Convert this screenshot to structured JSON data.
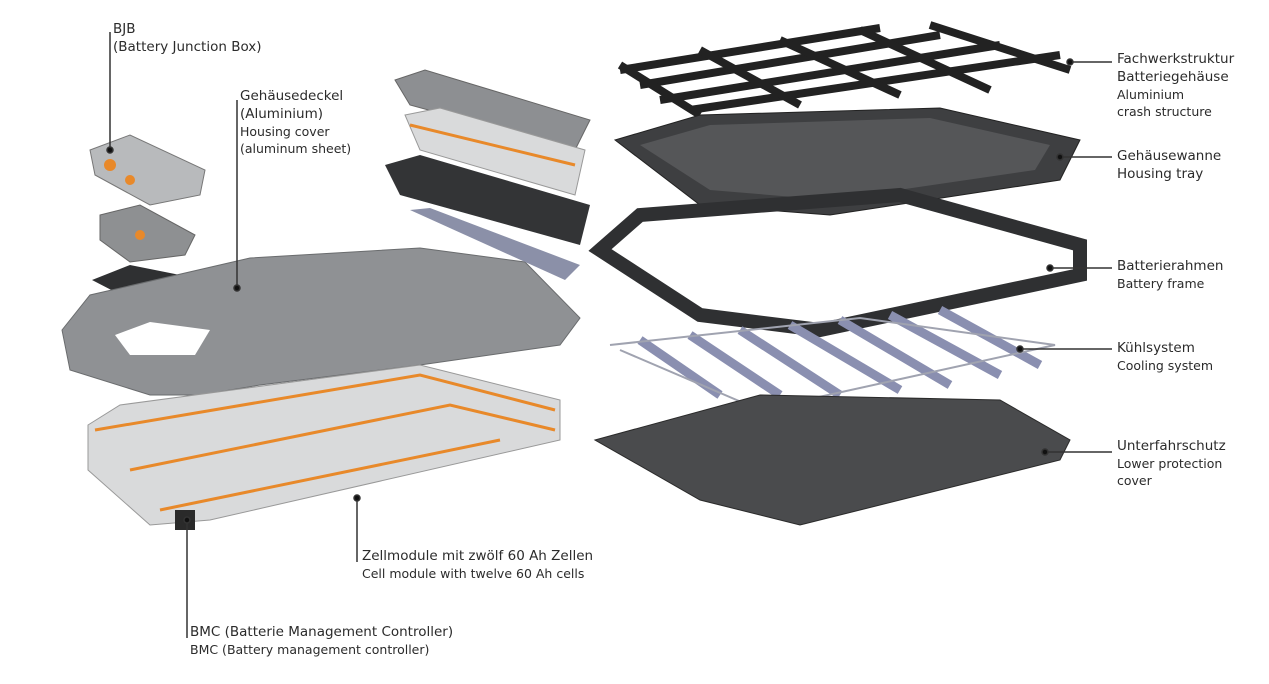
{
  "labels": {
    "bjb": {
      "primary": "BJB",
      "secondary": "(Battery Junction Box)"
    },
    "housing_cover": {
      "primary1": "Gehäusedeckel",
      "primary2": "(Aluminium)",
      "secondary1": "Housing cover",
      "secondary2": "(aluminum sheet)"
    },
    "crash_structure": {
      "primary1": "Fachwerkstruktur",
      "primary2": "Batteriegehäuse",
      "secondary1": "Aluminium",
      "secondary2": "crash structure"
    },
    "housing_tray": {
      "primary": "Gehäusewanne",
      "secondary": "Housing tray"
    },
    "battery_frame": {
      "primary": "Batterierahmen",
      "secondary": "Battery frame"
    },
    "cooling": {
      "primary": "Kühlsystem",
      "secondary": "Cooling system"
    },
    "lower_protection": {
      "primary": "Unterfahrschutz",
      "secondary1": "Lower protection",
      "secondary2": "cover"
    },
    "cell_module": {
      "primary": "Zellmodule mit zwölf 60 Ah Zellen",
      "secondary": "Cell module with twelve 60 Ah cells"
    },
    "bmc": {
      "primary": "BMC (Batterie Management Controller)",
      "secondary": "BMC (Battery management controller)"
    }
  },
  "colors": {
    "text": "#2b2b2b",
    "metal": "#8a8c8f",
    "dark": "#3a3b3d",
    "orange": "#e8892a",
    "cell": "#d9dadb"
  }
}
